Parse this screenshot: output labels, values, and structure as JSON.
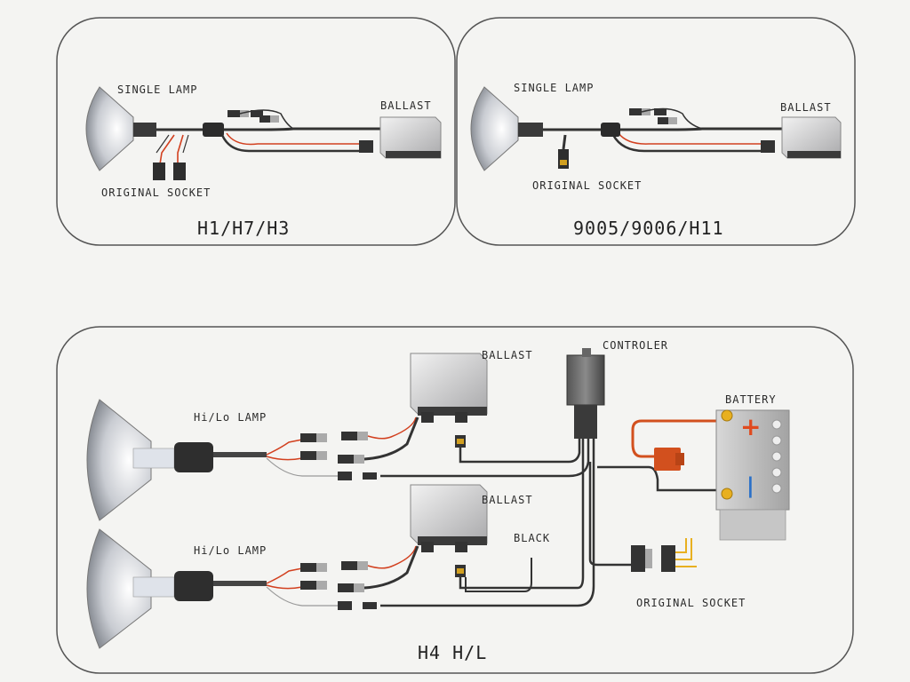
{
  "panels": {
    "h1": {
      "title": "H1/H7/H3",
      "lamp_label": "SINGLE LAMP",
      "ballast_label": "BALLAST",
      "socket_label": "ORIGINAL SOCKET"
    },
    "h9005": {
      "title": "9005/9006/H11",
      "lamp_label": "SINGLE LAMP",
      "ballast_label": "BALLAST",
      "socket_label": "ORIGINAL SOCKET"
    },
    "h4": {
      "title": "H4 H/L",
      "ballast_top_label": "BALLAST",
      "ballast_bottom_label": "BALLAST",
      "controller_label": "CONTROLER",
      "battery_label": "BATTERY",
      "lamp_top_label": "Hi/Lo LAMP",
      "lamp_bottom_label": "Hi/Lo LAMP",
      "black_label": "BLACK",
      "socket_label": "ORIGINAL SOCKET",
      "battery_plus": "+",
      "battery_minus": "|"
    }
  },
  "colors": {
    "wire_black": "#333333",
    "wire_red": "#d2401f",
    "panel_border": "#555555",
    "battery_terminal": "#e8b020",
    "fuse": "#d2501e"
  }
}
